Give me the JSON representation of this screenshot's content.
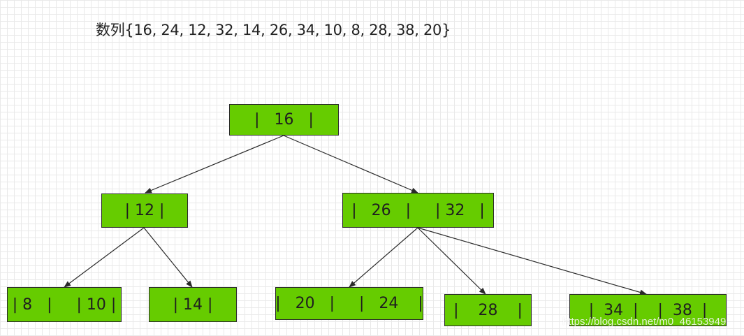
{
  "title": "数列{16, 24, 12, 32, 14, 26, 34, 10, 8, 28, 38, 20}",
  "node_color": "#66cc00",
  "nodes": {
    "root": "|   16   |",
    "left": "| 12 |",
    "right": "|   26   |     | 32   |",
    "leaf1": "| 8   |     | 10 |",
    "leaf2": "| 14 |",
    "leaf3": "|   20   |     |   24    |",
    "leaf4": "|    28    |",
    "leaf5": "|  34  |    |  38  |"
  },
  "watermark": "https://blog.csdn.net/m0_46153949"
}
